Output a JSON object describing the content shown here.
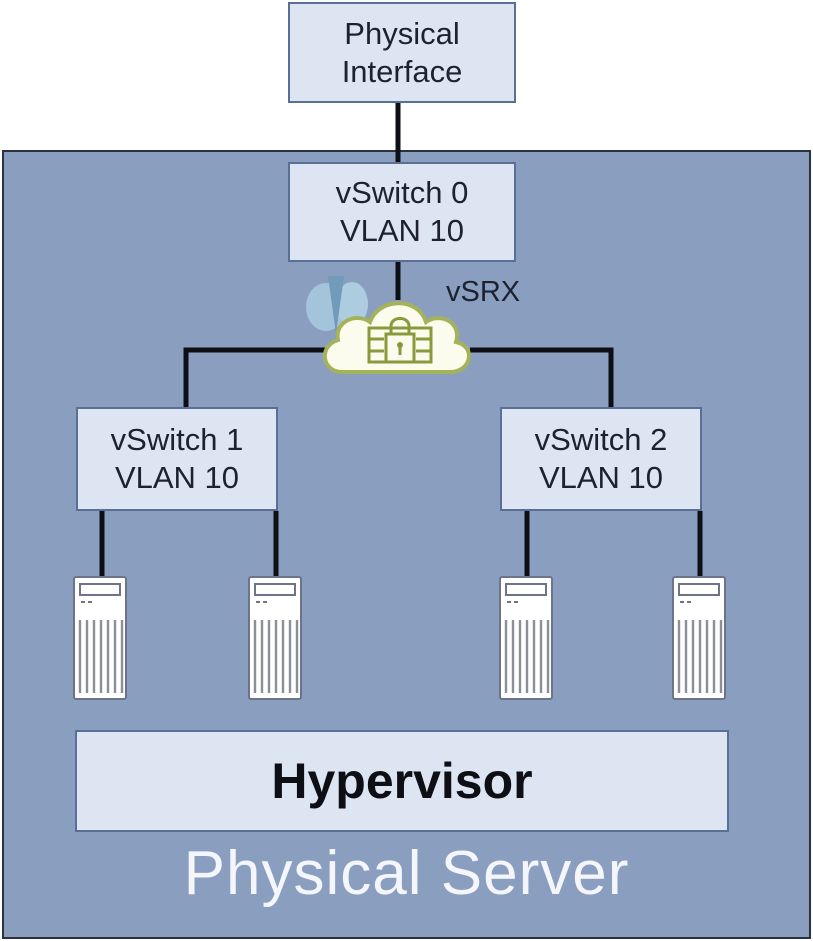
{
  "diagram": {
    "physical_interface": {
      "line1": "Physical",
      "line2": "Interface"
    },
    "vswitches": [
      {
        "name": "vSwitch 0",
        "vlan": "VLAN 10"
      },
      {
        "name": "vSwitch 1",
        "vlan": "VLAN 10"
      },
      {
        "name": "vSwitch 2",
        "vlan": "VLAN 10"
      }
    ],
    "firewall": {
      "label": "vSRX",
      "icon": "cloud-firewall-lock-icon"
    },
    "vms": [
      {
        "icon": "server-tower-icon",
        "switch": "vSwitch 1"
      },
      {
        "icon": "server-tower-icon",
        "switch": "vSwitch 1"
      },
      {
        "icon": "server-tower-icon",
        "switch": "vSwitch 2"
      },
      {
        "icon": "server-tower-icon",
        "switch": "vSwitch 2"
      }
    ],
    "hypervisor": "Hypervisor",
    "physical_server": "Physical Server",
    "colors": {
      "server_background": "#8a9fc0",
      "box_fill": "#dde5f3",
      "box_border": "#5a6f95",
      "firewall_accent": "#8a9a3a",
      "wire": "#0d0f15"
    }
  }
}
